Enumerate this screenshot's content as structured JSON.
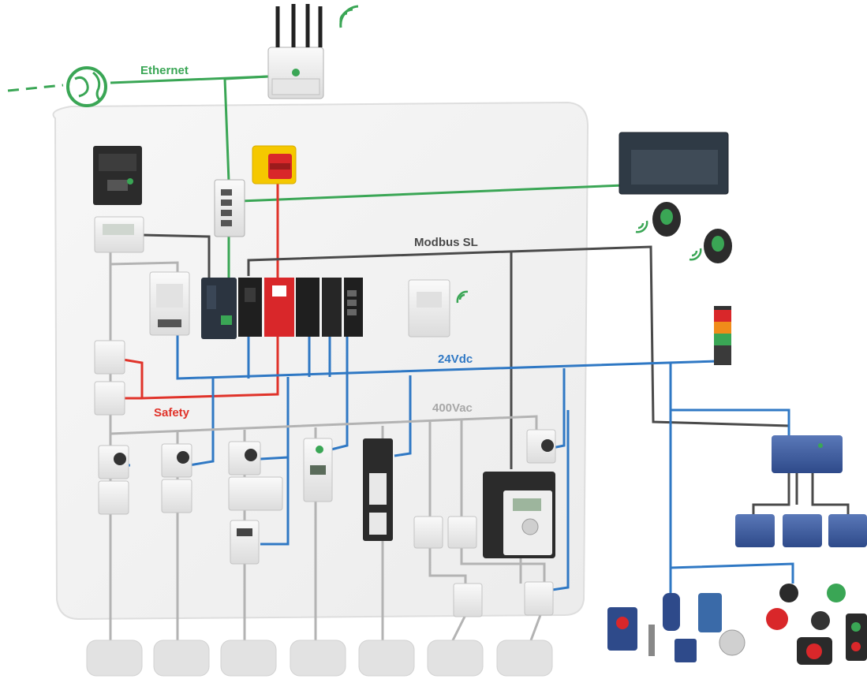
{
  "labels": {
    "ethernet": "Ethernet",
    "modbus": "Modbus SL",
    "v24": "24Vdc",
    "v400": "400Vac",
    "safety": "Safety"
  },
  "colors": {
    "ethernet": "#3aa655",
    "modbus": "#4a4a4a",
    "power24": "#2f78c4",
    "power400": "#a8a8a8",
    "safety": "#e0332a",
    "cabinet": "#f3f3f3",
    "device": "#e8e8e8",
    "plc": "#2b3440"
  }
}
